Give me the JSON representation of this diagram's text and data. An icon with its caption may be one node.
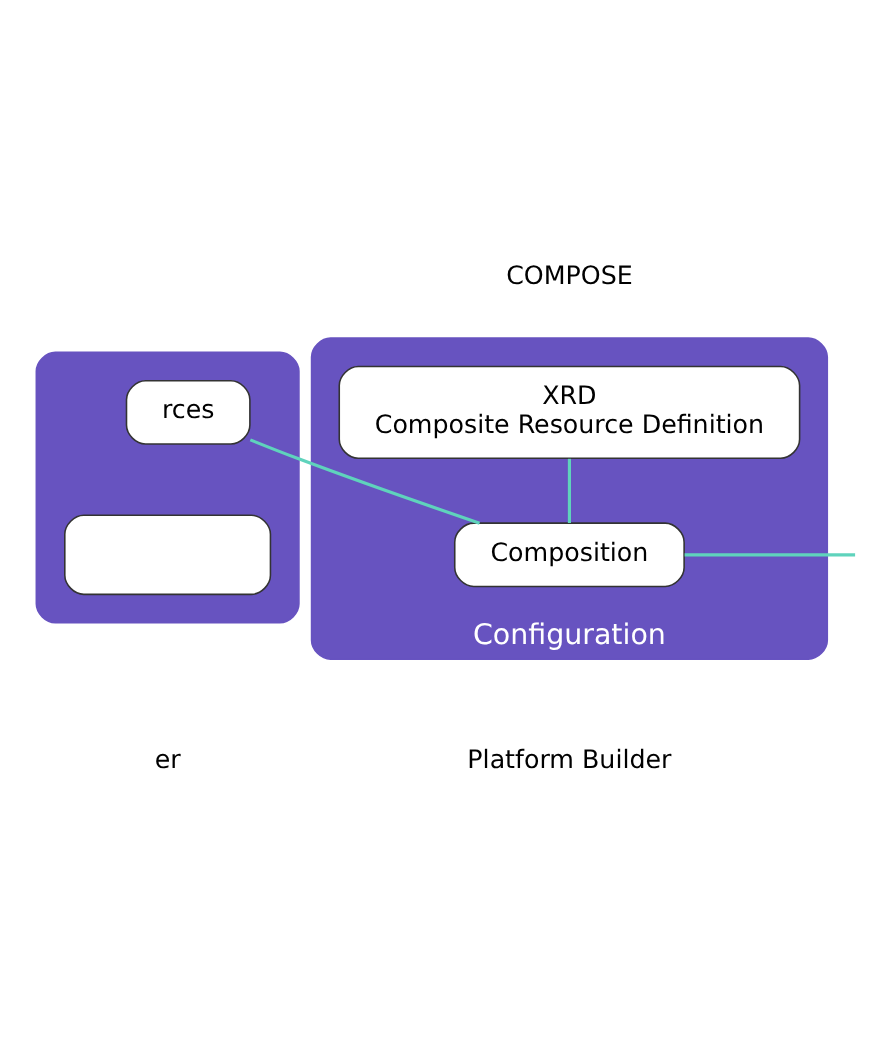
{
  "diagram": {
    "nodes": [
      {
        "text": [],
        "shape": "box"
      },
      {
        "text": [
          "rces"
        ],
        "in": 0
      },
      {
        "text": [],
        "shape": "box",
        "in": 0
      },
      {
        "text": [
          "Configuration"
        ]
      },
      {
        "text": [
          "XRD",
          "Composite Resource Definition"
        ],
        "in": 3
      },
      {
        "text": [
          "Composition"
        ],
        "in": 3
      }
    ],
    "edges": [
      {
        "from": 1,
        "to": 5,
        "arrow": "none"
      },
      {
        "from": 4,
        "to": 5,
        "arrow": "none"
      },
      {
        "from": 5,
        "to": null,
        "arrow": "none"
      }
    ],
    "labels": [
      "COMPOSE",
      "er",
      "Platform Builder"
    ]
  }
}
